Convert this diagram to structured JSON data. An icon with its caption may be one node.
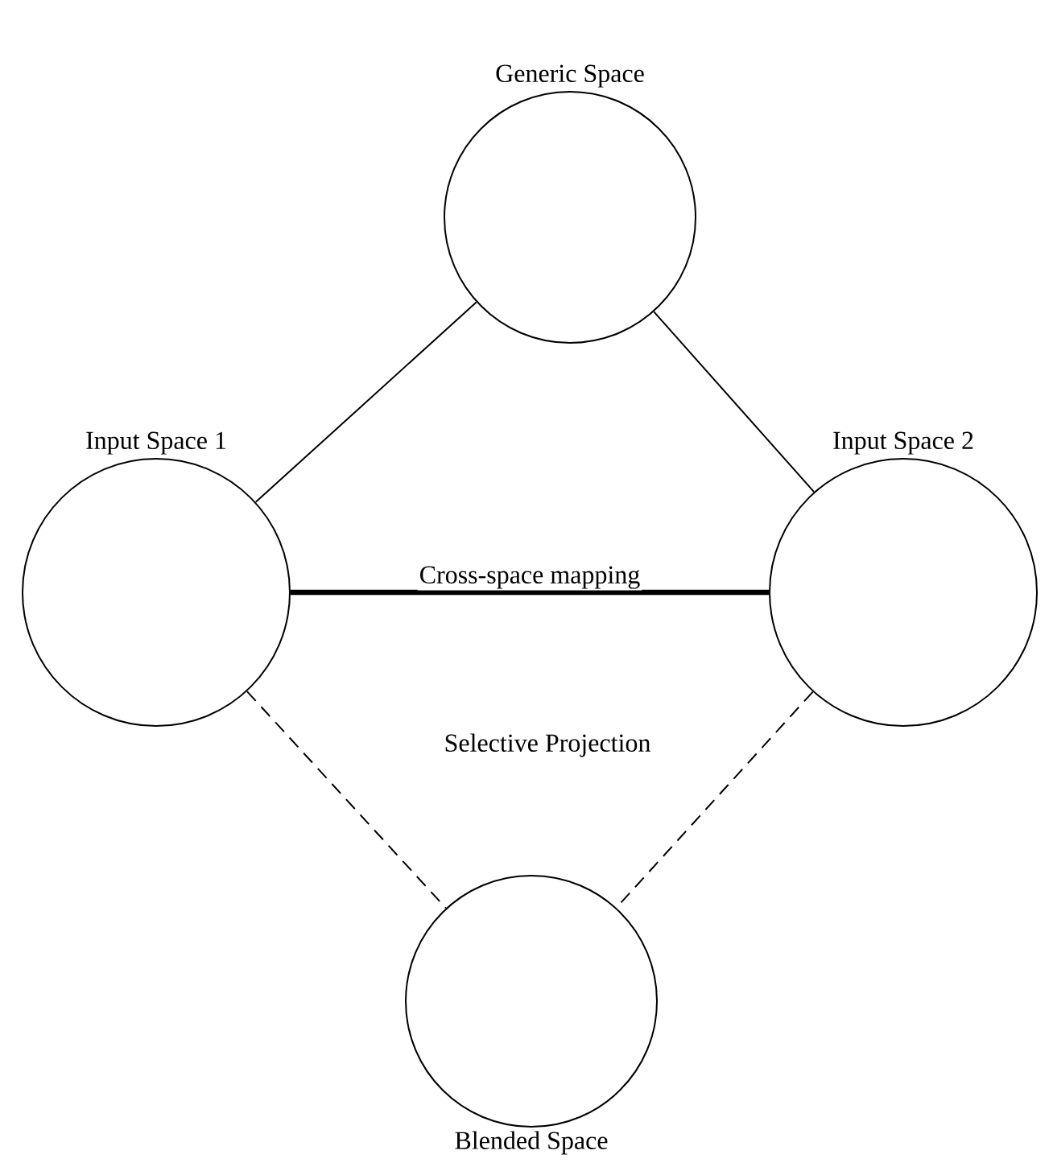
{
  "diagram": {
    "nodes": [
      {
        "text": [
          "Generic Space"
        ]
      },
      {
        "text": [
          "Input Space 1"
        ]
      },
      {
        "text": [
          "Input Space 2"
        ]
      },
      {
        "text": [
          "Blended Space"
        ]
      }
    ],
    "edges": [
      {
        "from": 0,
        "to": 1,
        "arrow": "none"
      },
      {
        "from": 0,
        "to": 2,
        "arrow": "none"
      },
      {
        "from": 1,
        "to": 2,
        "arrow": "none",
        "style": "thick",
        "label": "Cross-space mapping"
      },
      {
        "from": 1,
        "to": 3,
        "arrow": "none",
        "style": "dashed"
      },
      {
        "from": 2,
        "to": 3,
        "arrow": "none",
        "style": "dashed"
      }
    ],
    "labels": [
      "Selective Projection"
    ]
  }
}
